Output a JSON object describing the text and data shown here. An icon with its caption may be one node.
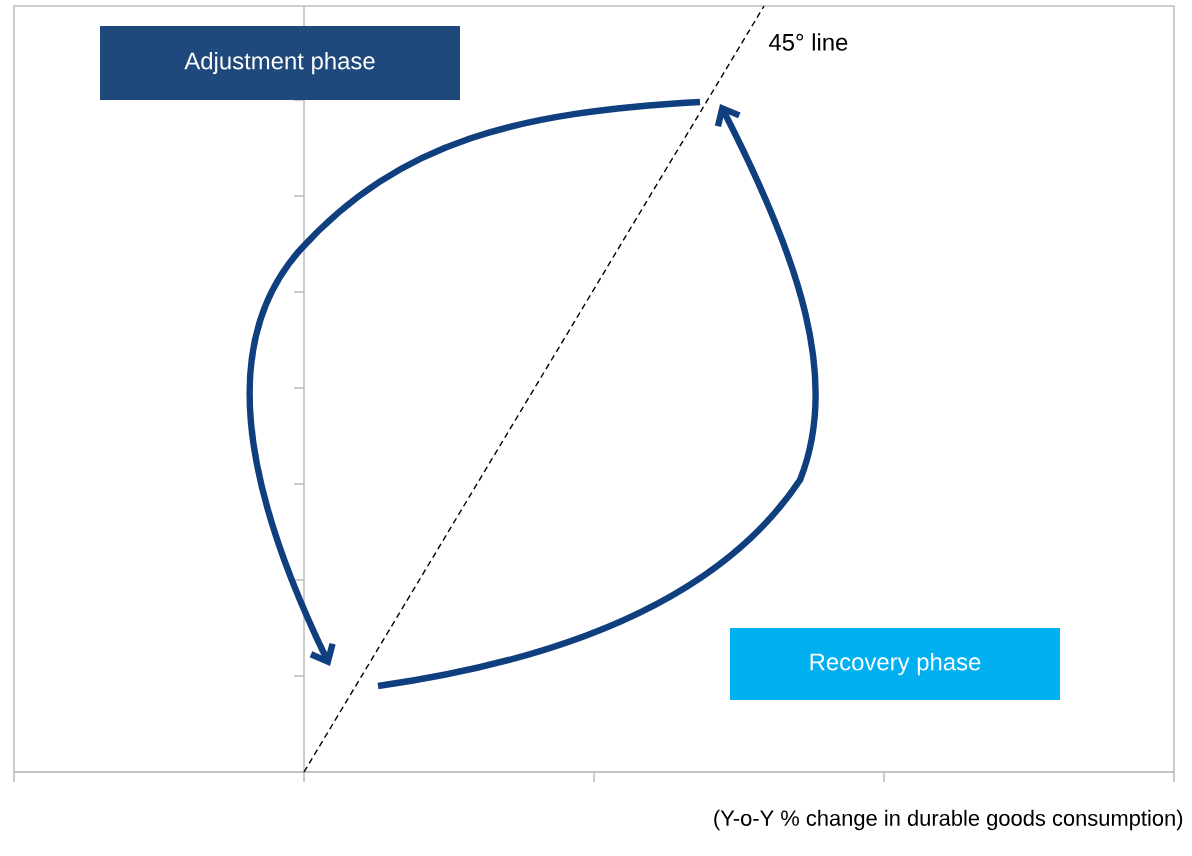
{
  "diagram": {
    "nodes": [
      {
        "text": [
          "Adjustment phase"
        ]
      },
      {
        "text": [
          "Recovery phase"
        ]
      }
    ],
    "labels": [
      "45° line",
      "(Y-o-Y % change in durable goods consumption)"
    ]
  }
}
